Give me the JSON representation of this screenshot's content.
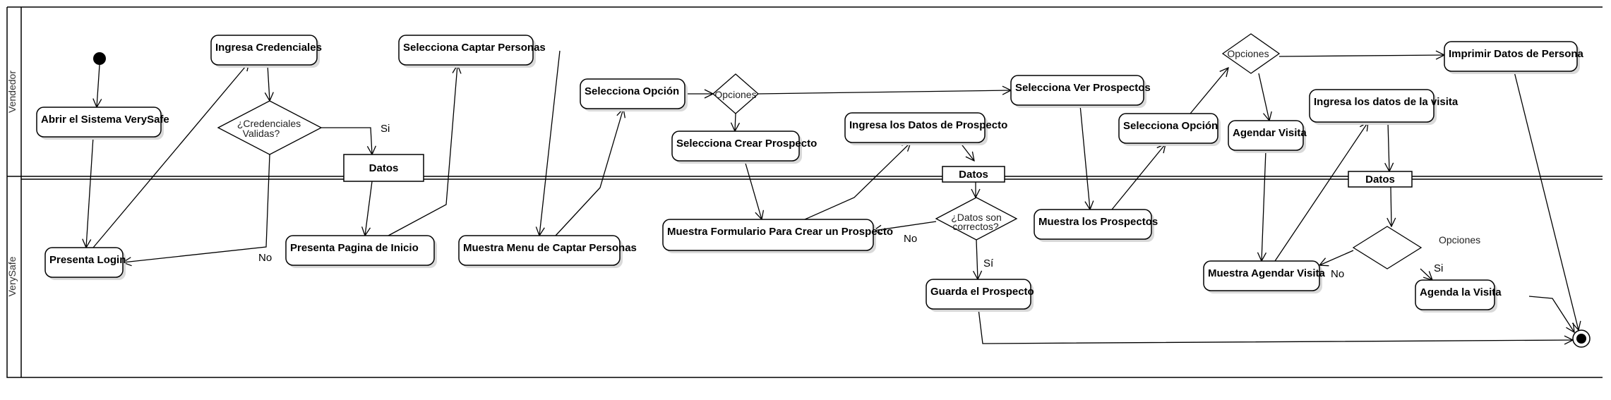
{
  "diagram": {
    "lanes": [
      {
        "id": "vendedor",
        "name": "Vendedor"
      },
      {
        "id": "verysafe",
        "name": "VerySafe"
      }
    ],
    "nodes": [
      {
        "id": "abrir",
        "kind": "action",
        "label": "Abrir el Sistema VerySafe"
      },
      {
        "id": "ingresa_cred",
        "kind": "action",
        "label": "Ingresa Credenciales"
      },
      {
        "id": "sel_captar",
        "kind": "action",
        "label": "Selecciona Captar Personas"
      },
      {
        "id": "sel_opcion1",
        "kind": "action",
        "label": "Selecciona Opción"
      },
      {
        "id": "sel_crear",
        "kind": "action",
        "label": "Selecciona Crear Prospecto"
      },
      {
        "id": "ingresa_datos_pros",
        "kind": "action",
        "label": "Ingresa los Datos de Prospecto"
      },
      {
        "id": "sel_ver",
        "kind": "action",
        "label": "Selecciona Ver Prospectos"
      },
      {
        "id": "sel_opcion2",
        "kind": "action",
        "label": "Selecciona Opción"
      },
      {
        "id": "agendar",
        "kind": "action",
        "label": "Agendar Visita"
      },
      {
        "id": "ingresa_visita",
        "kind": "action",
        "label": "Ingresa los datos de la visita"
      },
      {
        "id": "imprimir",
        "kind": "action",
        "label": "Imprimir Datos de Persona"
      },
      {
        "id": "presenta_login",
        "kind": "action",
        "label": "Presenta Login"
      },
      {
        "id": "presenta_inicio",
        "kind": "action",
        "label": "Presenta Pagina de Inicio"
      },
      {
        "id": "menu_captar",
        "kind": "action",
        "label": "Muestra Menu de Captar Personas"
      },
      {
        "id": "form_crear",
        "kind": "action",
        "label": "Muestra Formulario Para Crear un Prospecto"
      },
      {
        "id": "guarda",
        "kind": "action",
        "label": "Guarda el Prospecto"
      },
      {
        "id": "muestra_pros",
        "kind": "action",
        "label": "Muestra los Prospectos"
      },
      {
        "id": "muestra_agendar",
        "kind": "action",
        "label": "Muestra Agendar Visita"
      },
      {
        "id": "agenda_visita",
        "kind": "action",
        "label": "Agenda la Visita"
      },
      {
        "id": "dec_cred",
        "kind": "decision",
        "label": "¿Credenciales Validas?",
        "lines": [
          "¿Credenciales",
          "Validas?"
        ]
      },
      {
        "id": "dec_opc1",
        "kind": "decision",
        "label": "Opciones",
        "lines": [
          "Opciones"
        ]
      },
      {
        "id": "dec_datos",
        "kind": "decision",
        "label": "¿Datos son correctos?",
        "lines": [
          "¿Datos son",
          "correctos?"
        ]
      },
      {
        "id": "dec_opc2",
        "kind": "decision",
        "label": "Opciones",
        "lines": [
          "Opciones"
        ]
      },
      {
        "id": "dec_opc3",
        "kind": "decision",
        "label": "Opciones",
        "lines": [],
        "outside_label": "Opciones"
      },
      {
        "id": "obj_datos1",
        "kind": "object",
        "label": "Datos"
      },
      {
        "id": "obj_datos2",
        "kind": "object",
        "label": "Datos"
      },
      {
        "id": "obj_datos3",
        "kind": "object",
        "label": "Datos"
      },
      {
        "id": "start",
        "kind": "initial",
        "label": ""
      },
      {
        "id": "end",
        "kind": "final",
        "label": ""
      }
    ],
    "edges": [
      {
        "from": "start",
        "to": "abrir",
        "label": ""
      },
      {
        "from": "abrir",
        "to": "presenta_login",
        "label": ""
      },
      {
        "from": "presenta_login",
        "to": "ingresa_cred",
        "label": ""
      },
      {
        "from": "ingresa_cred",
        "to": "dec_cred",
        "label": ""
      },
      {
        "from": "dec_cred",
        "to": "obj_datos1",
        "label": "Si"
      },
      {
        "from": "dec_cred",
        "to": "presenta_login",
        "label": "No"
      },
      {
        "from": "obj_datos1",
        "to": "presenta_inicio",
        "label": ""
      },
      {
        "from": "presenta_inicio",
        "to": "sel_captar",
        "label": ""
      },
      {
        "from": "sel_captar",
        "to": "menu_captar",
        "label": ""
      },
      {
        "from": "menu_captar",
        "to": "sel_opcion1",
        "label": ""
      },
      {
        "from": "sel_opcion1",
        "to": "dec_opc1",
        "label": ""
      },
      {
        "from": "dec_opc1",
        "to": "sel_crear",
        "label": ""
      },
      {
        "from": "dec_opc1",
        "to": "sel_ver",
        "label": ""
      },
      {
        "from": "sel_crear",
        "to": "form_crear",
        "label": ""
      },
      {
        "from": "form_crear",
        "to": "ingresa_datos_pros",
        "label": ""
      },
      {
        "from": "ingresa_datos_pros",
        "to": "obj_datos2",
        "label": ""
      },
      {
        "from": "obj_datos2",
        "to": "dec_datos",
        "label": ""
      },
      {
        "from": "dec_datos",
        "to": "form_crear",
        "label": "No"
      },
      {
        "from": "dec_datos",
        "to": "guarda",
        "label": "Sí"
      },
      {
        "from": "guarda",
        "to": "end",
        "label": ""
      },
      {
        "from": "sel_ver",
        "to": "muestra_pros",
        "label": ""
      },
      {
        "from": "muestra_pros",
        "to": "sel_opcion2",
        "label": ""
      },
      {
        "from": "sel_opcion2",
        "to": "dec_opc2",
        "label": ""
      },
      {
        "from": "dec_opc2",
        "to": "agendar",
        "label": ""
      },
      {
        "from": "dec_opc2",
        "to": "imprimir",
        "label": ""
      },
      {
        "from": "agendar",
        "to": "muestra_agendar",
        "label": ""
      },
      {
        "from": "muestra_agendar",
        "to": "ingresa_visita",
        "label": ""
      },
      {
        "from": "ingresa_visita",
        "to": "obj_datos3",
        "label": ""
      },
      {
        "from": "obj_datos3",
        "to": "dec_opc3",
        "label": ""
      },
      {
        "from": "dec_opc3",
        "to": "muestra_agendar",
        "label": "No"
      },
      {
        "from": "dec_opc3",
        "to": "agenda_visita",
        "label": "Si"
      },
      {
        "from": "agenda_visita",
        "to": "end",
        "label": ""
      },
      {
        "from": "imprimir",
        "to": "end",
        "label": ""
      }
    ]
  }
}
